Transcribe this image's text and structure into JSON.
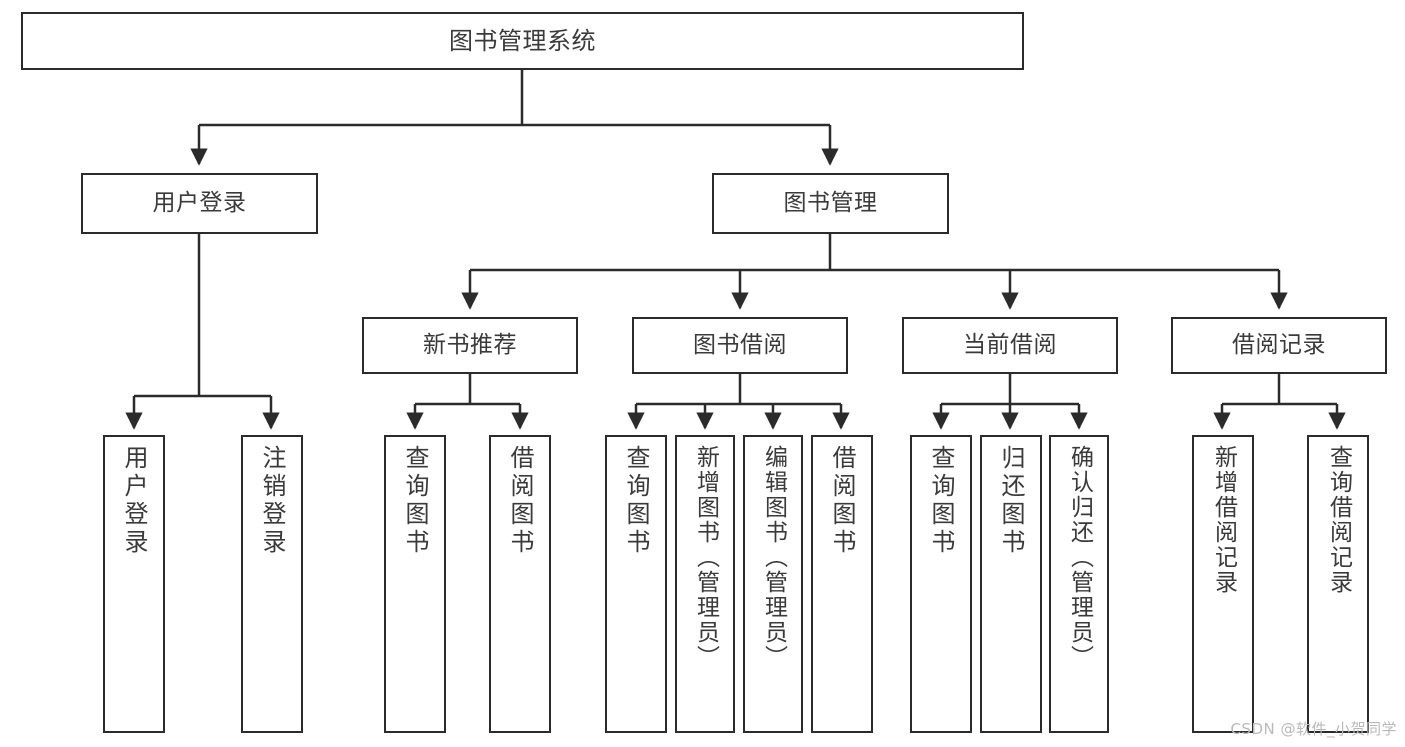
{
  "diagram": {
    "title": "图书管理系统",
    "watermark": "CSDN @软件_小贺同学",
    "nodes": {
      "root": {
        "label": "图书管理系统"
      },
      "level1": [
        {
          "id": "user-login",
          "label": "用户登录"
        },
        {
          "id": "book-management",
          "label": "图书管理"
        }
      ],
      "level2": [
        {
          "id": "new-book-recommend",
          "label": "新书推荐"
        },
        {
          "id": "book-borrow",
          "label": "图书借阅"
        },
        {
          "id": "current-borrow",
          "label": "当前借阅"
        },
        {
          "id": "borrow-record",
          "label": "借阅记录"
        }
      ],
      "leaves": {
        "user_login": [
          {
            "id": "leaf-user-login",
            "label": "用户登录"
          },
          {
            "id": "leaf-logout",
            "label": "注销登录"
          }
        ],
        "new_book_recommend": [
          {
            "id": "leaf-query-book-1",
            "label": "查询图书"
          },
          {
            "id": "leaf-borrow-book-1",
            "label": "借阅图书"
          }
        ],
        "book_borrow": [
          {
            "id": "leaf-query-book-2",
            "label": "查询图书"
          },
          {
            "id": "leaf-add-book",
            "label": "新增图书（管理员）"
          },
          {
            "id": "leaf-edit-book",
            "label": "编辑图书（管理员）"
          },
          {
            "id": "leaf-borrow-book-2",
            "label": "借阅图书"
          }
        ],
        "current_borrow": [
          {
            "id": "leaf-query-book-3",
            "label": "查询图书"
          },
          {
            "id": "leaf-return-book",
            "label": "归还图书"
          },
          {
            "id": "leaf-confirm-return",
            "label": "确认归还（管理员）"
          }
        ],
        "borrow_record": [
          {
            "id": "leaf-add-record",
            "label": "新增借阅记录"
          },
          {
            "id": "leaf-query-record",
            "label": "查询借阅记录"
          }
        ]
      }
    },
    "colors": {
      "border": "#2b2b2b",
      "text": "#3a3a3a",
      "background": "#ffffff",
      "watermark": "#b9b9b9"
    }
  }
}
